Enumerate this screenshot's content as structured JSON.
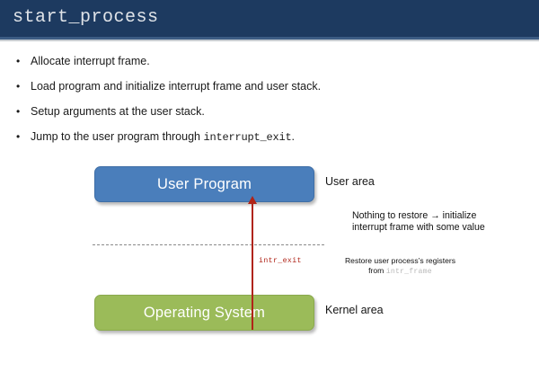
{
  "slide": {
    "title": "start_process",
    "header_color": "#1d3a60",
    "header_accent_color": "#3c5c84"
  },
  "bullets": [
    {
      "marker": "•",
      "text": "Allocate interrupt frame."
    },
    {
      "marker": "•",
      "text": "Load program and initialize interrupt frame and user stack."
    },
    {
      "marker": "•",
      "text": "Setup arguments at the user stack."
    },
    {
      "marker": "•",
      "text_before": "Jump to the user program through ",
      "code": "interrupt_exit",
      "text_after": "."
    }
  ],
  "diagram": {
    "user_program_box": {
      "label": "User Program",
      "fill": "#4a7ebb",
      "text_color": "#ffffff"
    },
    "operating_system_box": {
      "label": "Operating System",
      "fill": "#9bbb59",
      "text_color": "#ffffff"
    },
    "user_area_label": "User area",
    "kernel_area_label": "Kernel area",
    "boundary_line_color": "#8a8a8a",
    "arrow": {
      "color": "#b02418",
      "code_label": "intr_exit",
      "direction": "up"
    },
    "notes": {
      "init_note_line1": "Nothing to restore → initialize",
      "init_note_line2": "interrupt frame with some value",
      "restore_note_line1": "Restore user process’s registers",
      "restore_note_prefix": "from ",
      "restore_note_code": "intr_frame"
    }
  }
}
